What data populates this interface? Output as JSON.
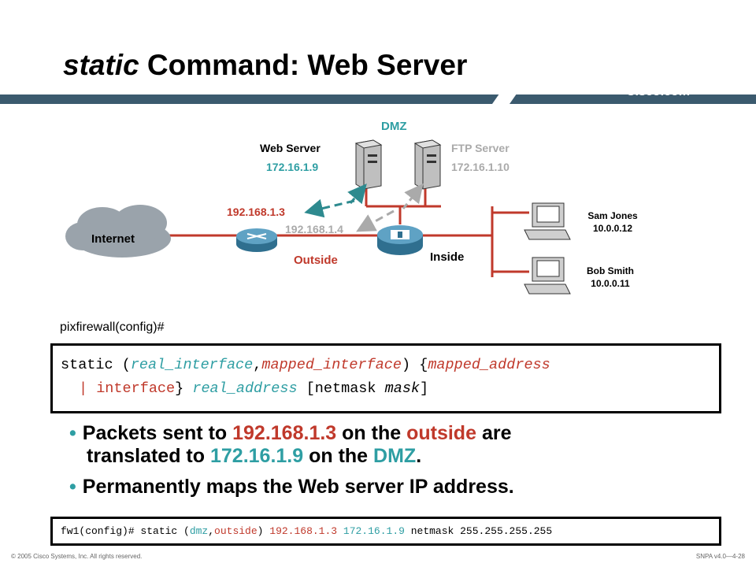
{
  "slide": {
    "title_italic": "static",
    "title_rest": " Command: Web Server",
    "brand": "Cisco.com"
  },
  "diagram": {
    "dmz_label": "DMZ",
    "web_server_label": "Web Server",
    "web_server_ip": "172.16.1.9",
    "ftp_server_label": "FTP Server",
    "ftp_server_ip": "172.16.1.10",
    "mapped_ip_web": "192.168.1.3",
    "mapped_ip_ftp": "192.168.1.4",
    "internet_label": "Internet",
    "outside_label": "Outside",
    "inside_label": "Inside",
    "host1_name": "Sam Jones",
    "host1_ip": "10.0.0.12",
    "host2_name": "Bob Smith",
    "host2_ip": "10.0.0.11"
  },
  "prompt": "pixfirewall(config)#",
  "syntax": {
    "static": "static (",
    "real_interface": "real_interface",
    "comma": ",",
    "mapped_interface": "mapped_interface",
    "close_paren": ") {",
    "mapped_address": "mapped_address",
    "pipe": "| interface",
    "close_brace": "}",
    "real_address": "real_address",
    "netmask_open": "[netmask ",
    "mask": "mask",
    "netmask_close": "]"
  },
  "bullets": {
    "b1_p1": "Packets sent to ",
    "b1_ip1": "192.168.1.3",
    "b1_p2": " on the ",
    "b1_outside": "outside",
    "b1_p3": " are",
    "b1_p4": "translated to ",
    "b1_ip2": "172.16.1.9",
    "b1_p5": " on the ",
    "b1_dmz": "DMZ",
    "b1_p6": ".",
    "b2": "Permanently maps the Web server IP address."
  },
  "example": {
    "prefix": "fw1(config)# static (",
    "dmz": "dmz",
    "comma": ",",
    "outside": "outside",
    "paren": ") ",
    "mapped": "192.168.1.3",
    "space": " ",
    "real": "172.16.1.9",
    "suffix": " netmask 255.255.255.255"
  },
  "footer": {
    "left": "© 2005 Cisco Systems, Inc. All rights reserved.",
    "right": "SNPA v4.0—4-28"
  },
  "colors": {
    "accent_red": "#c0392b",
    "accent_teal": "#2e9ea3",
    "bar": "#3b5a6e"
  }
}
